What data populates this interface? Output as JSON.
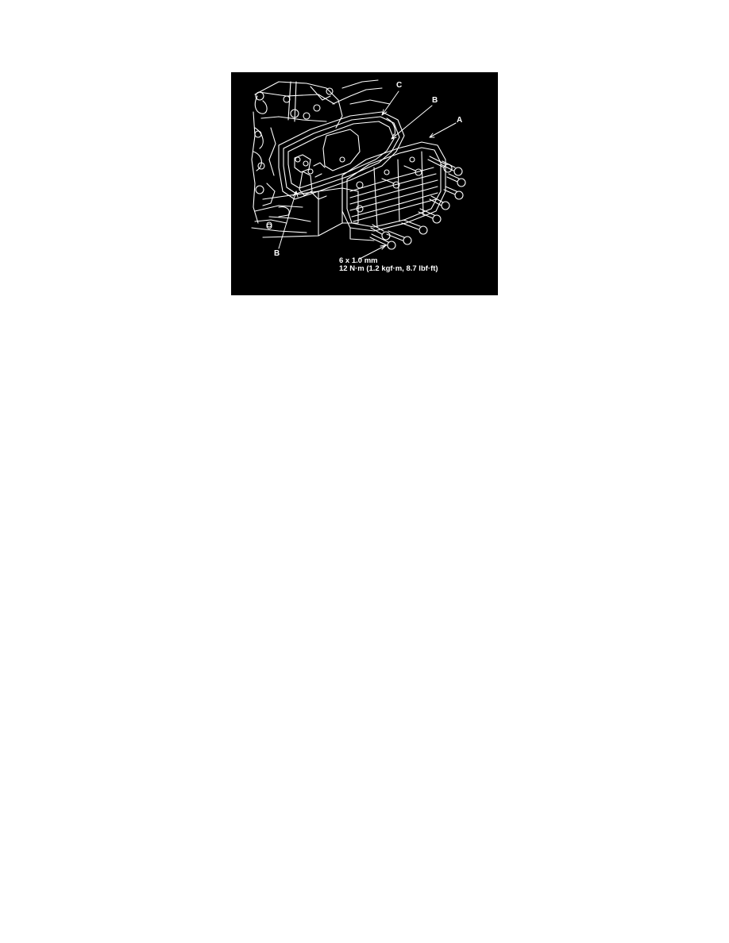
{
  "figure": {
    "callouts": {
      "A": "A",
      "B_upper": "B",
      "B_lower": "B",
      "C": "C"
    },
    "spec": {
      "bolt_size": "6 x 1.0 mm",
      "torque": "12 N·m (1.2 kgf·m, 8.7 lbf·ft)"
    },
    "colors": {
      "background": "#000000",
      "lines": "#ffffff",
      "page": "#ffffff"
    }
  }
}
